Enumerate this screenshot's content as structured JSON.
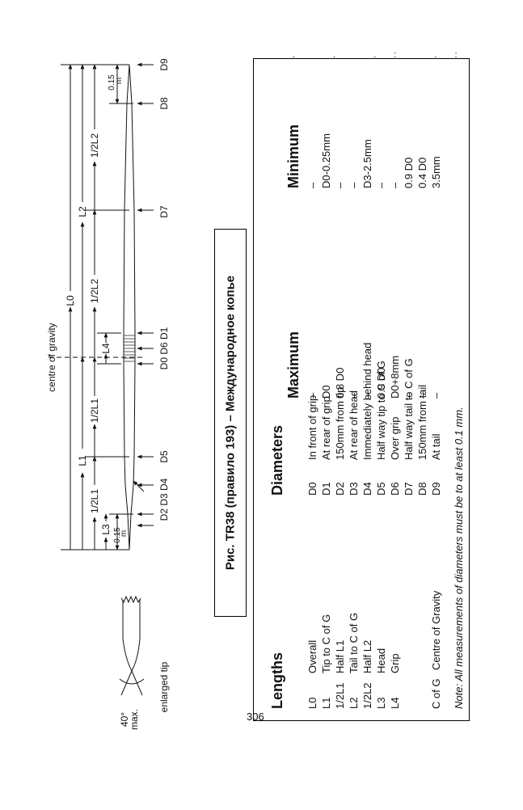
{
  "figure": {
    "caption": "Рис. TR38 (правило 193) – Международное копье",
    "labels": {
      "centre_of_gravity": "centre of gravity",
      "enlarged_tip": "enlarged tip",
      "angle": "40°",
      "angle_max": "max.",
      "dim_015": "0.15",
      "dim_m": "m",
      "L0": "L0",
      "L1": "L1",
      "L2": "L2",
      "L3": "L3",
      "L4": "L4",
      "half_L1": "1/2L1",
      "half_L2": "1/2L2",
      "D9": "D9",
      "D8": "D8",
      "D7": "D7",
      "D0D6D1": "D0 D6 D1",
      "D5": "D5",
      "D2D3D4": "D2 D3 D4"
    }
  },
  "table": {
    "lengths_header": "Lengths",
    "diameters_header": "Diameters",
    "maximum_header": "Maximum",
    "minimum_header": "Minimum",
    "lengths": [
      {
        "code": "L0",
        "desc": "Overall"
      },
      {
        "code": "L1",
        "desc": "Tip to C of G"
      },
      {
        "code": "1/2L1",
        "desc": "Half L1"
      },
      {
        "code": "L2",
        "desc": "Tail to C of G"
      },
      {
        "code": "1/2L2",
        "desc": "Half L2"
      },
      {
        "code": "L3",
        "desc": "Head"
      },
      {
        "code": "L4",
        "desc": "Grip"
      }
    ],
    "diameters": [
      {
        "code": "D0",
        "desc": "In front of grip",
        "max": "–",
        "min": "–"
      },
      {
        "code": "D1",
        "desc": "At rear of grip",
        "max": "D0",
        "min": "D0-0.25mm"
      },
      {
        "code": "D2",
        "desc": "150mm from tip",
        "max": "0.8 D0",
        "min": "–"
      },
      {
        "code": "D3",
        "desc": "At rear of head",
        "max": "–",
        "min": "–"
      },
      {
        "code": "D4",
        "desc": "Immediately behind head",
        "max": "–",
        "min": "D3-2.5mm"
      },
      {
        "code": "D5",
        "desc": "Half way tip to C of G",
        "max": "0.9 D0",
        "min": "–"
      },
      {
        "code": "D6",
        "desc": "Over grip",
        "max": "D0+8mm",
        "min": "–"
      },
      {
        "code": "D7",
        "desc": "Half way tail to C of G",
        "max": "–",
        "min": "0.9 D0"
      },
      {
        "code": "D8",
        "desc": "150mm from tail",
        "max": "–",
        "min": "0.4 D0"
      },
      {
        "code": "D9",
        "desc": "At tail",
        "max": "–",
        "min": "3.5mm"
      }
    ],
    "cg_code": "C of G",
    "cg_desc": "Centre of Gravity",
    "note": "Note: All measurements of diameters must be to at least 0.1 mm."
  },
  "page_number": "306",
  "corner_marks": ". . .: .:"
}
